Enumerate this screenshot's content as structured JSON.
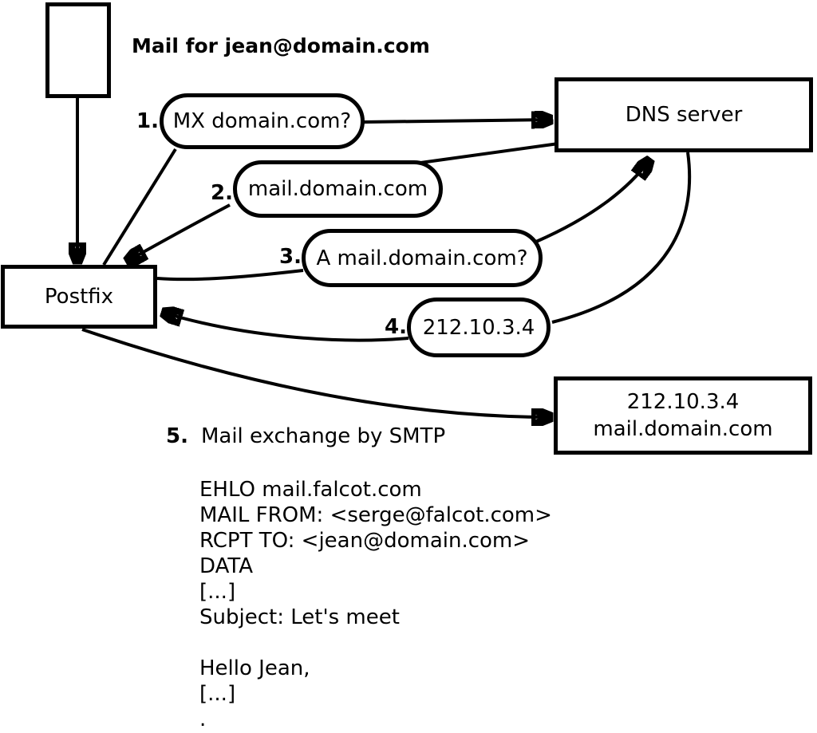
{
  "annotations": {
    "incoming_mail": "Mail for jean@domain.com"
  },
  "nodes": {
    "postfix": "Postfix",
    "dns_server": "DNS server",
    "mail_server": {
      "line1": "212.10.3.4",
      "line2": "mail.domain.com"
    }
  },
  "steps": [
    {
      "num": "1.",
      "label": "MX domain.com?"
    },
    {
      "num": "2.",
      "label": "mail.domain.com"
    },
    {
      "num": "3.",
      "label": "A mail.domain.com?"
    },
    {
      "num": "4.",
      "label": "212.10.3.4"
    },
    {
      "num": "5.",
      "label": "Mail exchange by SMTP"
    }
  ],
  "smtp_session": {
    "lines": [
      "EHLO mail.falcot.com",
      "MAIL FROM: <serge@falcot.com>",
      "RCPT TO: <jean@domain.com>",
      "DATA",
      "[...]",
      "Subject: Let's meet",
      "",
      "Hello Jean,",
      "[...]",
      "."
    ]
  },
  "colors": {
    "ink": "#000000",
    "background": "#ffffff"
  }
}
